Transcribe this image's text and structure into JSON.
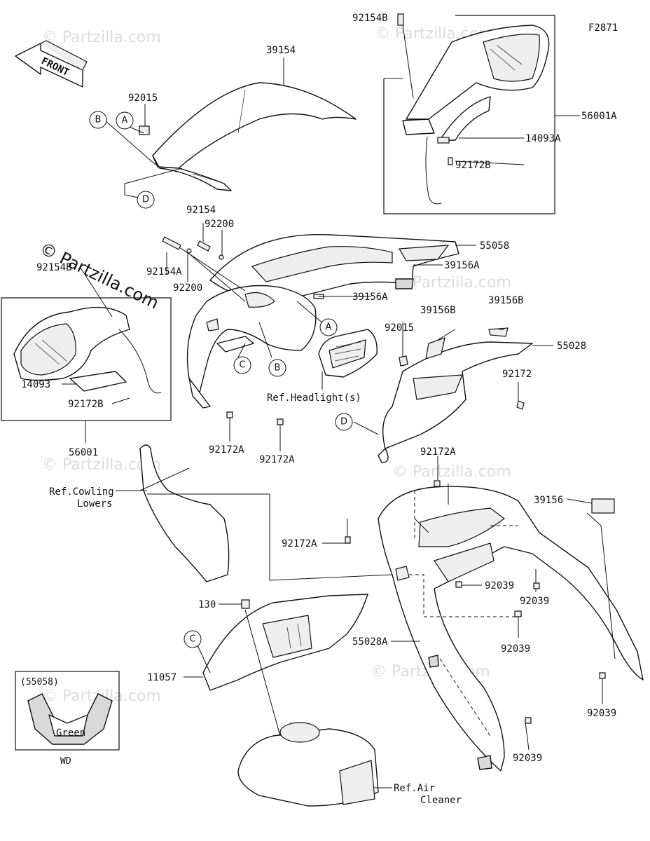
{
  "figure_code": "F2871",
  "front_label": "FRONT",
  "watermark": "© Partzilla.com",
  "parts": {
    "p39154": "39154",
    "p92015_a": "92015",
    "p92154B_top": "92154B",
    "p56001A": "56001A",
    "p14093A": "14093A",
    "p92172B_top": "92172B",
    "p92154": "92154",
    "p92200_top": "92200",
    "p92154A": "92154A",
    "p92200_bot": "92200",
    "p55058": "55058",
    "p39156A_1": "39156A",
    "p39156A_2": "39156A",
    "p92154B_left": "92154B",
    "p14093": "14093",
    "p92172B_left": "92172B",
    "p56001": "56001",
    "p39156B_1": "39156B",
    "p39156B_2": "39156B",
    "p92015_b": "92015",
    "p55028": "55028",
    "p92172": "92172",
    "p92172A_1": "92172A",
    "p92172A_2": "92172A",
    "p92172A_3": "92172A",
    "p92172A_4": "92172A",
    "p39156": "39156",
    "p92039_1": "92039",
    "p92039_2": "92039",
    "p92039_3": "92039",
    "p92039_4": "92039",
    "p92039_5": "92039",
    "p55028A": "55028A",
    "p130": "130",
    "p11057": "11057"
  },
  "refs": {
    "headlight": "Ref.Headlight(s)",
    "cowling_1": "Ref.Cowling",
    "cowling_2": "Lowers",
    "air_1": "Ref.Air",
    "air_2": "Cleaner"
  },
  "callouts": {
    "a": "A",
    "b": "B",
    "c": "C",
    "d": "D"
  },
  "inset": {
    "title": "(55058)",
    "color": "Green",
    "region": "WD"
  }
}
